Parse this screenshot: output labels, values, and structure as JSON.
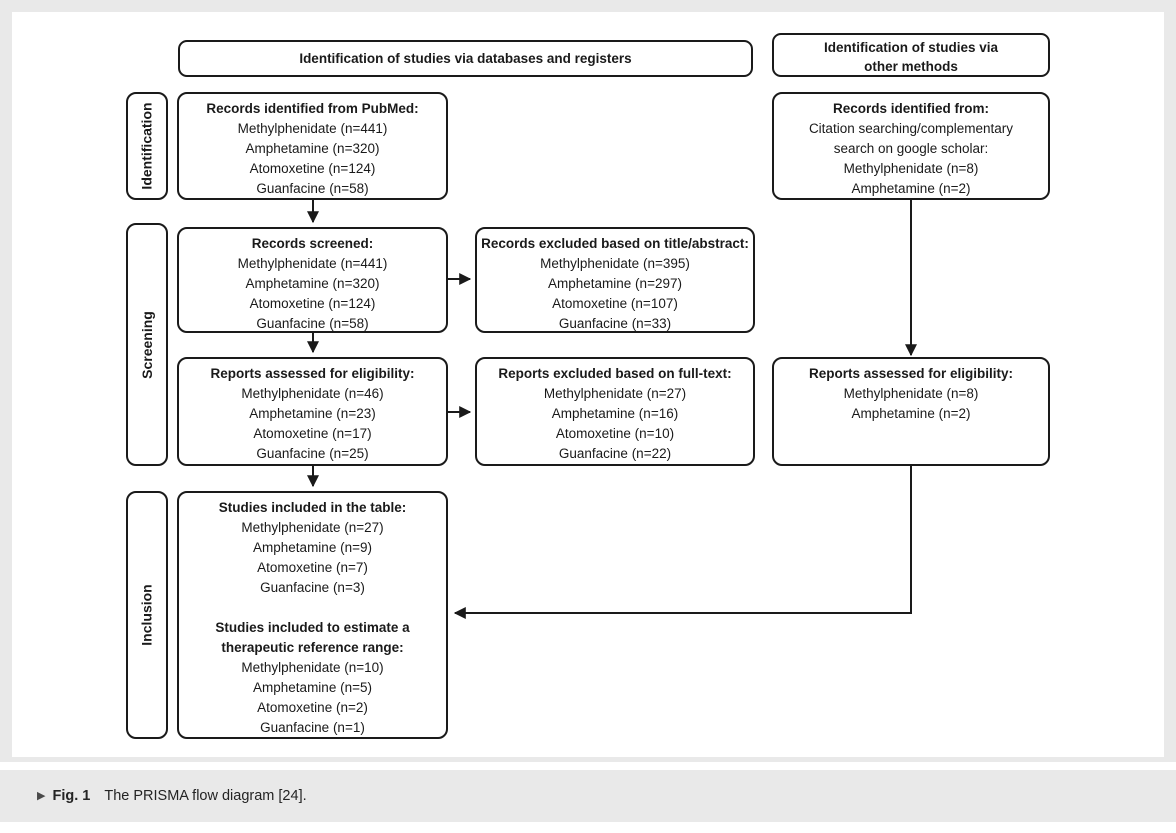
{
  "caption": {
    "marker": "▶",
    "label": "Fig. 1",
    "text": "The PRISMA flow diagram [24]."
  },
  "colors": {
    "box_border": "#1a1a1a",
    "text": "#1a1a1a",
    "page_gray": "#e9e9e9",
    "arrow": "#1a1a1a"
  },
  "headers": {
    "databases": "Identification of studies via databases and registers",
    "other_line1": "Identification of studies via",
    "other_line2": "other methods"
  },
  "stages": {
    "identification": "Identification",
    "screening": "Screening",
    "inclusion": "Inclusion"
  },
  "boxes": {
    "records_identified_pubmed": {
      "title": "Records identified from PubMed:",
      "lines": [
        "Methylphenidate (n=441)",
        "Amphetamine (n=320)",
        "Atomoxetine (n=124)",
        "Guanfacine (n=58)"
      ]
    },
    "records_identified_other": {
      "title": "Records identified from:",
      "lines": [
        "Citation searching/complementary",
        "search on google scholar:",
        "Methylphenidate (n=8)",
        "Amphetamine (n=2)"
      ]
    },
    "records_screened": {
      "title": "Records screened:",
      "lines": [
        "Methylphenidate (n=441)",
        "Amphetamine (n=320)",
        "Atomoxetine (n=124)",
        "Guanfacine (n=58)"
      ]
    },
    "records_excluded_title_abstract": {
      "title": "Records excluded based on title/abstract:",
      "lines": [
        "Methylphenidate (n=395)",
        "Amphetamine (n=297)",
        "Atomoxetine (n=107)",
        "Guanfacine (n=33)"
      ]
    },
    "reports_assessed": {
      "title": "Reports assessed for eligibility:",
      "lines": [
        "Methylphenidate (n=46)",
        "Amphetamine (n=23)",
        "Atomoxetine (n=17)",
        "Guanfacine (n=25)"
      ]
    },
    "reports_excluded_fulltext": {
      "title": "Reports excluded based on full-text:",
      "lines": [
        "Methylphenidate (n=27)",
        "Amphetamine (n=16)",
        "Atomoxetine (n=10)",
        "Guanfacine (n=22)"
      ]
    },
    "reports_assessed_other": {
      "title": "Reports assessed for eligibility:",
      "lines": [
        "Methylphenidate (n=8)",
        "Amphetamine (n=2)"
      ]
    },
    "studies_included": {
      "title1": "Studies included in the table:",
      "lines1": [
        "Methylphenidate (n=27)",
        "Amphetamine (n=9)",
        "Atomoxetine (n=7)",
        "Guanfacine (n=3)"
      ],
      "title2_line1": "Studies included to estimate a",
      "title2_line2": "therapeutic reference range:",
      "lines2": [
        "Methylphenidate (n=10)",
        "Amphetamine (n=5)",
        "Atomoxetine (n=2)",
        "Guanfacine (n=1)"
      ]
    }
  }
}
